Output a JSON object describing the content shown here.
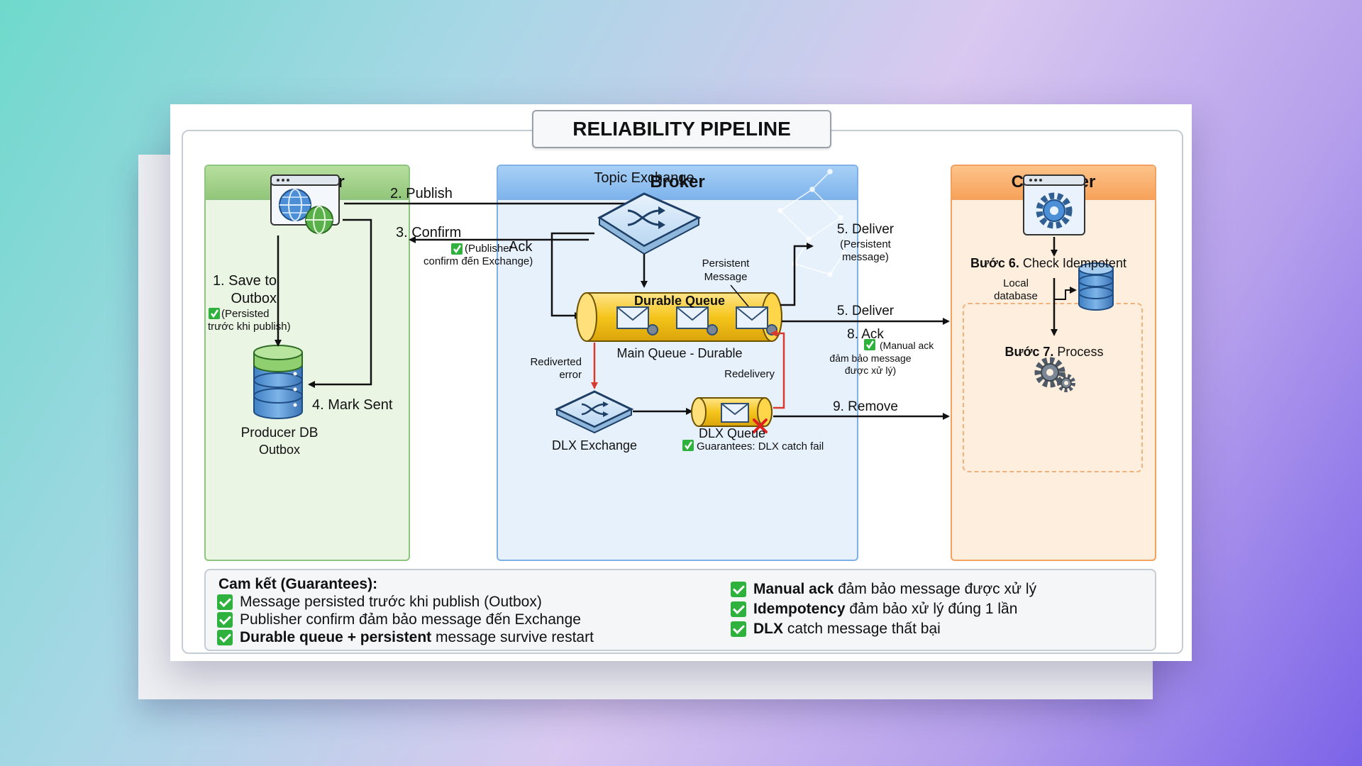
{
  "title": "RELIABILITY PIPELINE",
  "panels": {
    "producer": "Producer",
    "broker": "Broker",
    "consumer": "Consumer"
  },
  "producer": {
    "step1_a": "1. Save to",
    "step1_b": "Outbox",
    "step1_note_a": "(Persisted",
    "step1_note_b": "trước khi publish)",
    "step4": "4. Mark Sent",
    "db_label": "Producer DB",
    "db_sub": "Outbox"
  },
  "broker": {
    "topic_exchange": "Topic Exchange",
    "step2": "2. Publish",
    "step3": "3. Confirm",
    "step3_note_a": "(Publisher",
    "step3_note_b": "confirm đến Exchange)",
    "ack": "Ack",
    "persistent_a": "Persistent",
    "persistent_b": "Message",
    "durable_queue": "Durable Queue",
    "main_queue": "Main Queue - Durable",
    "redirected_a": "Rediverted",
    "redirected_b": "error",
    "redelivery": "Redelivery",
    "dlx_exchange": "DLX Exchange",
    "dlx_queue": "DLX Queue",
    "dlx_guarantee": "Guarantees: DLX catch fail"
  },
  "flow": {
    "deliver_top": "5. Deliver",
    "deliver_top_note_a": "(Persistent",
    "deliver_top_note_b": "message)",
    "deliver_mid": "5. Deliver",
    "ack8": "8. Ack",
    "ack8_note_a": "(Manual ack",
    "ack8_note_b": "đảm bảo message",
    "ack8_note_c": "được xử lý)",
    "remove": "9. Remove"
  },
  "consumer": {
    "step6_bold": "Bước 6.",
    "step6_text": "Check Idempotent",
    "local_a": "Local",
    "local_b": "database",
    "step7_bold": "Bước 7.",
    "step7_text": "Process"
  },
  "guarantees": {
    "heading": "Cam kết (Guarantees):",
    "left": [
      {
        "bold": "",
        "text": "Message persisted trước khi publish (Outbox)"
      },
      {
        "bold": "",
        "text": "Publisher confirm đảm bảo message đến Exchange"
      },
      {
        "bold": "Durable queue + persistent",
        "text": "message survive restart"
      }
    ],
    "right": [
      {
        "bold": "Manual ack",
        "text": "đảm bảo message được xử lý"
      },
      {
        "bold": "Idempotency",
        "text": "đảm bảo xử lý đúng 1 lần"
      },
      {
        "bold": "DLX",
        "text": "catch message thất bại"
      }
    ]
  },
  "colors": {
    "check": "#2fb13d",
    "queue": "#f4c61b",
    "error_arrow": "#d83a2e",
    "x_mark": "#e02020"
  }
}
